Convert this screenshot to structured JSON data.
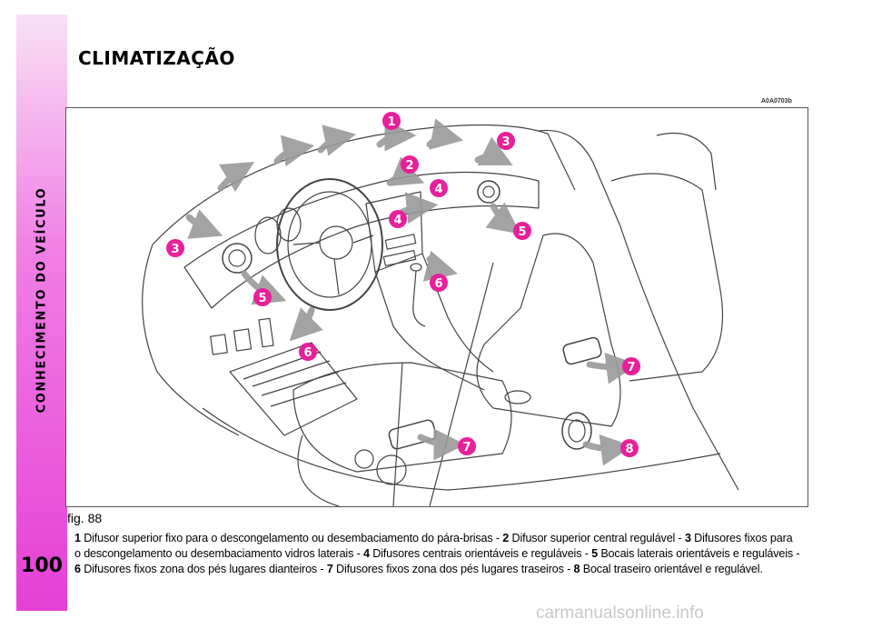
{
  "side_title": "CONHECIMENTO DO VEÍCULO",
  "page_number": "100",
  "section_title": "CLIMATIZAÇÃO",
  "image_code": "A0A0703b",
  "figure_caption": "fig. 88",
  "callouts": [
    "1",
    "2",
    "3",
    "4",
    "5",
    "6",
    "7",
    "8"
  ],
  "legend": [
    {
      "num": "1",
      "text": "Difusor superior fixo para o descongelamento ou desembaciamento do pára-brisas - "
    },
    {
      "num": "2",
      "text": "Difusor superior central regulável - "
    },
    {
      "num": "3",
      "text": "Difusores fixos para o descongelamento ou desembaciamento vidros laterais - "
    },
    {
      "num": "4",
      "text": "Difusores centrais orientáveis e reguláveis - "
    },
    {
      "num": "5",
      "text": "Bocais laterais orientáveis e reguláveis - "
    },
    {
      "num": "6",
      "text": "Difusores fixos zona dos pés lugares dianteiros - "
    },
    {
      "num": "7",
      "text": "Difusores fixos zona dos pés lugares traseiros - "
    },
    {
      "num": "8",
      "text": "Bocal traseiro orientável e regulável."
    }
  ],
  "watermark": "carmanualsonline.info",
  "colors": {
    "side_band_top": "#f9e0f6",
    "side_band_bottom": "#e640d6",
    "callout": "#e8209a",
    "arrow": "#9a9a9a"
  }
}
